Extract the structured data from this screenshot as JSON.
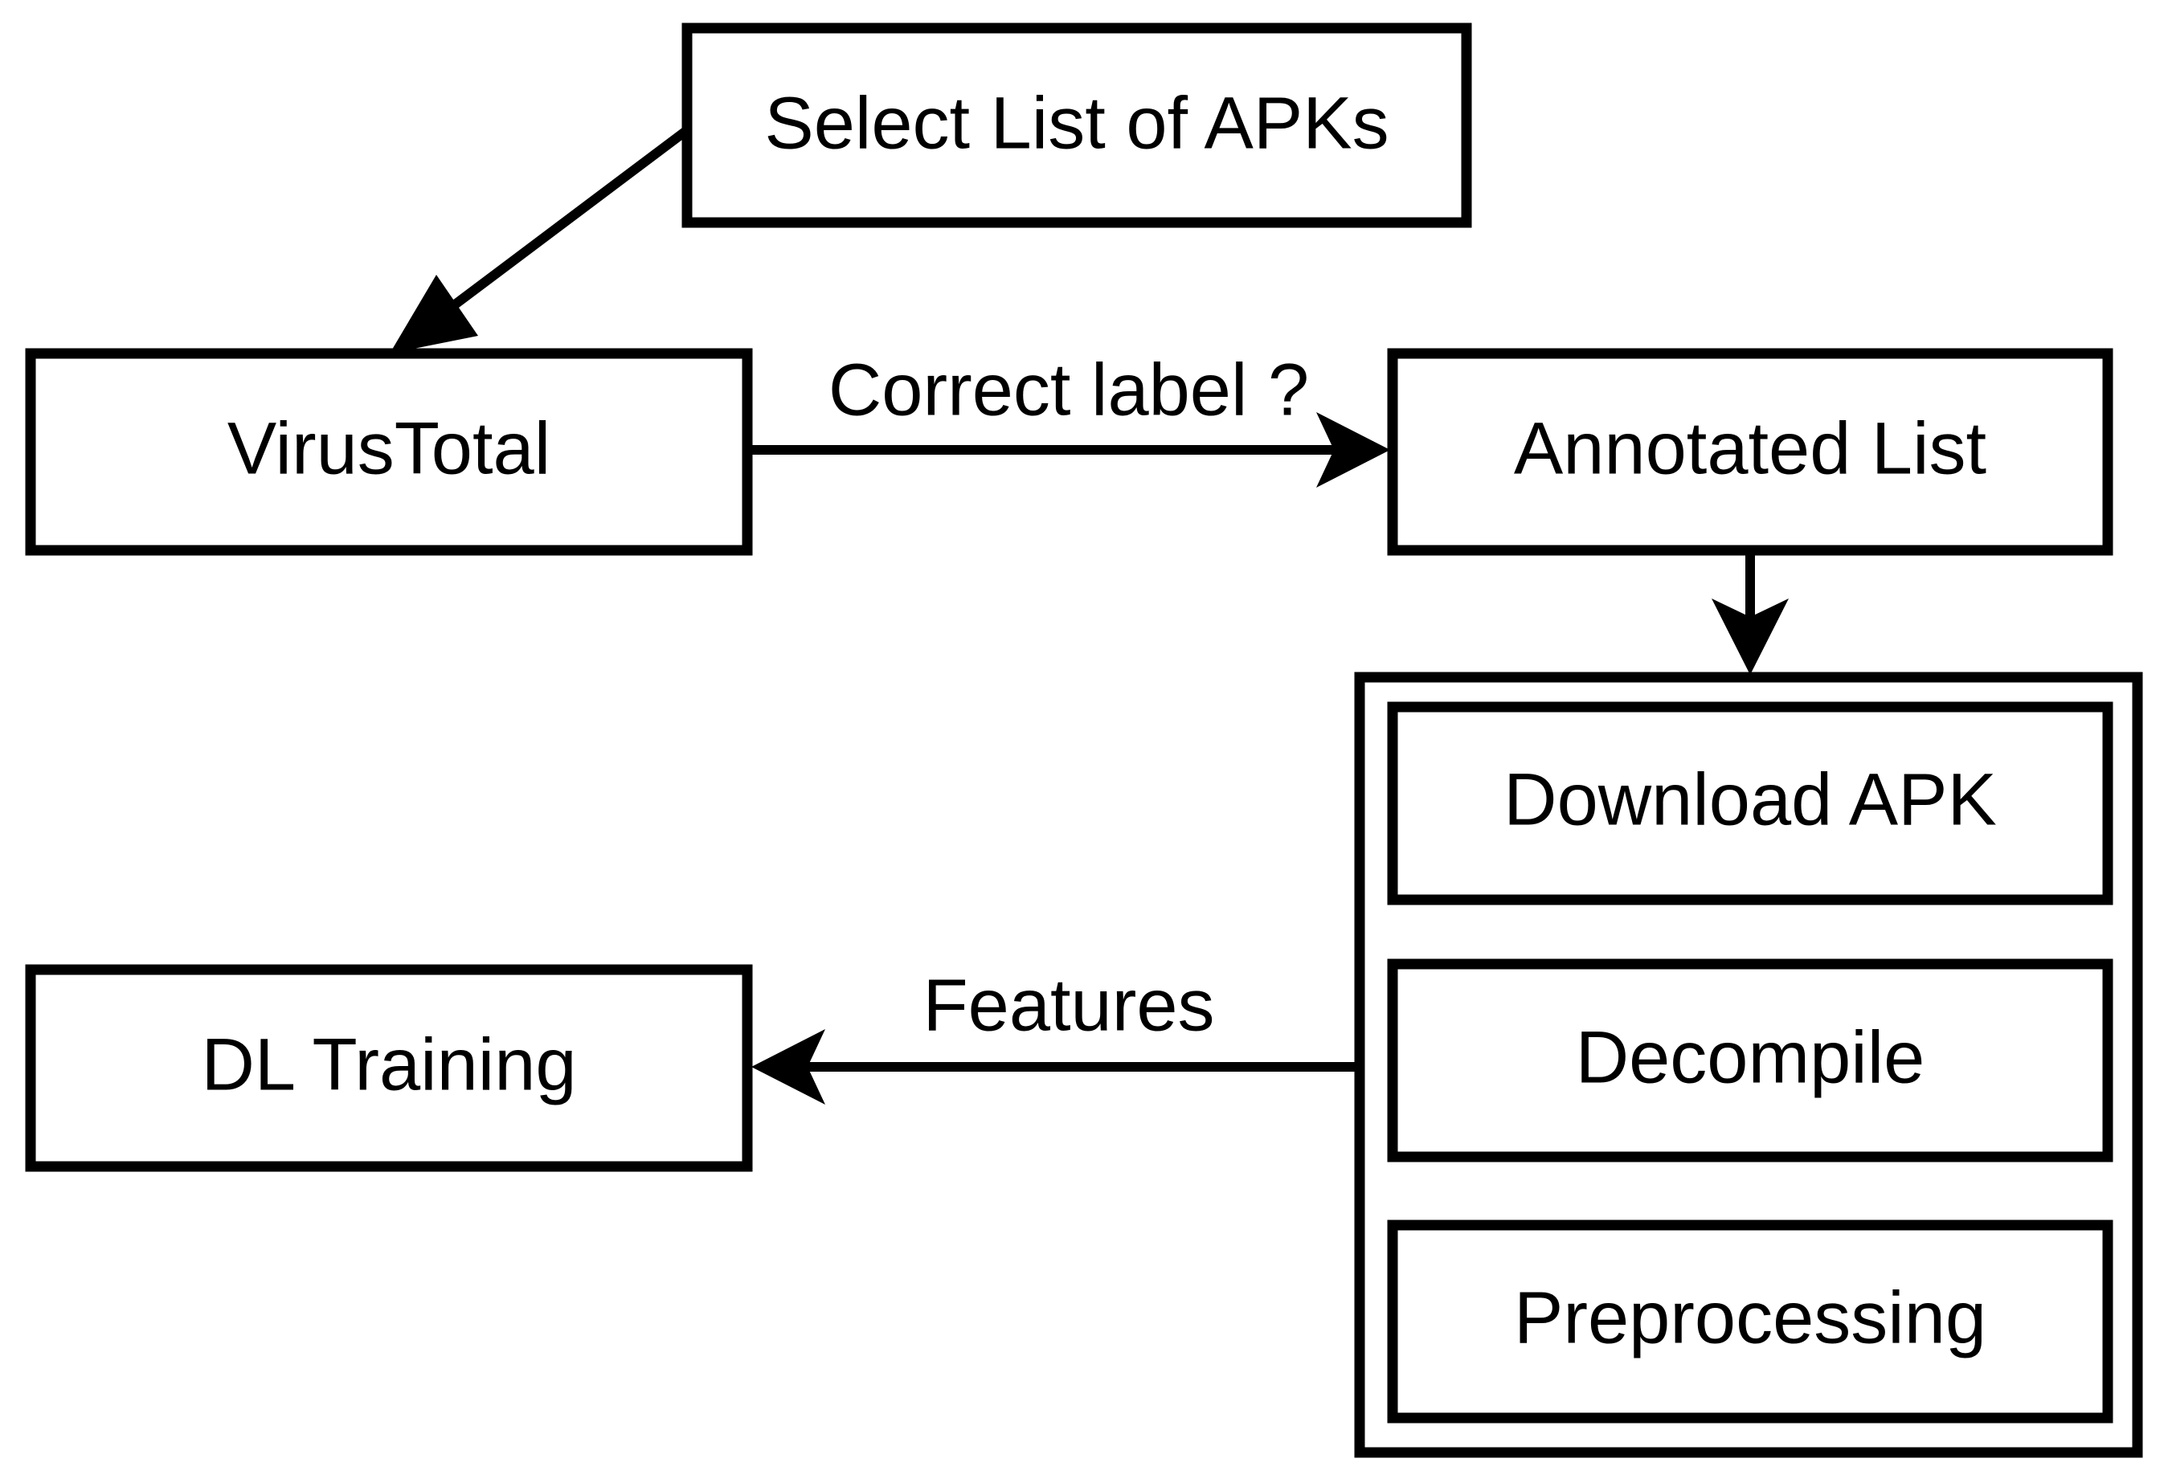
{
  "nodes": {
    "select_list": {
      "label": "Select List of APKs"
    },
    "virustotal": {
      "label": "VirusTotal"
    },
    "annotated_list": {
      "label": "Annotated List"
    },
    "download_apk": {
      "label": "Download APK"
    },
    "decompile": {
      "label": "Decompile"
    },
    "preprocessing": {
      "label": "Preprocessing"
    },
    "dl_training": {
      "label": "DL Training"
    }
  },
  "edges": {
    "select_to_virustotal": {
      "from": "select_list",
      "to": "virustotal",
      "label": ""
    },
    "virustotal_to_annotated": {
      "from": "virustotal",
      "to": "annotated_list",
      "label": "Correct label ?"
    },
    "annotated_to_pipeline": {
      "from": "annotated_list",
      "to": "pipeline_group",
      "label": ""
    },
    "pipeline_to_training": {
      "from": "pipeline_group",
      "to": "dl_training",
      "label": "Features"
    }
  },
  "colors": {
    "stroke": "#000000",
    "fill": "#ffffff",
    "text": "#000000"
  }
}
